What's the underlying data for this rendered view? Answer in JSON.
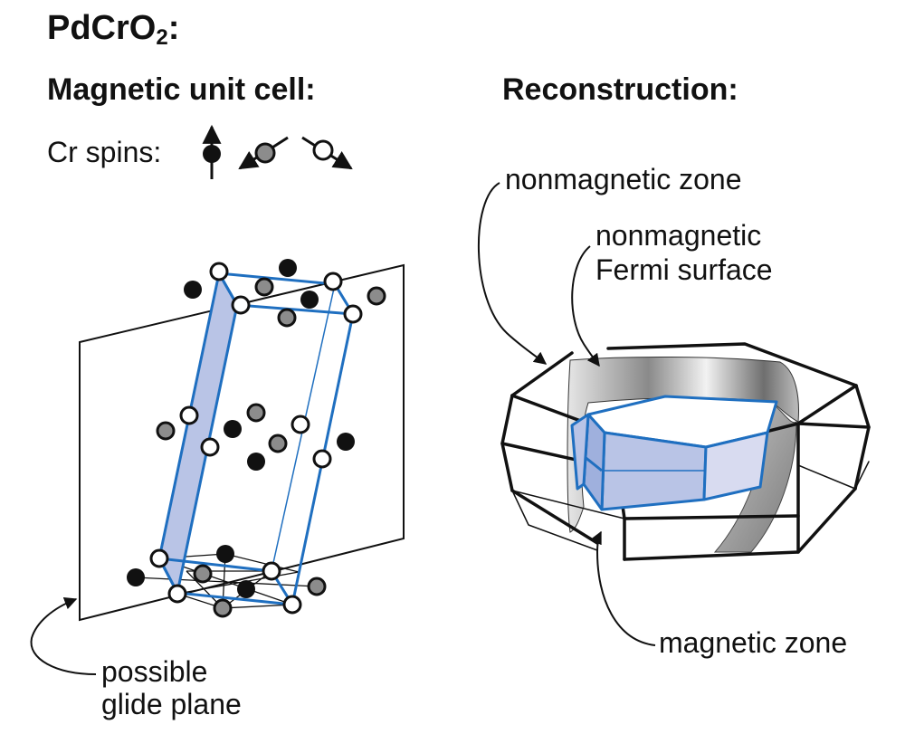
{
  "title": {
    "main": "PdCrO",
    "sub": "2",
    "suffix": ":"
  },
  "left_heading": "Magnetic unit cell:",
  "right_heading": "Reconstruction:",
  "spins_label": "Cr spins:",
  "annotations": {
    "nonmagnetic_zone": "nonmagnetic zone",
    "nonmagnetic_fs_line1": "nonmagnetic",
    "nonmagnetic_fs_line2": "Fermi surface",
    "magnetic_zone": "magnetic zone",
    "glide_line1": "possible",
    "glide_line2": "glide plane"
  },
  "colors": {
    "blue": "#1f6fc0",
    "blue_fill": "#b9c4e6",
    "atom_gray": "#8c8c8c",
    "atom_black": "#111111",
    "surface_gray": "#9a9a9a"
  }
}
